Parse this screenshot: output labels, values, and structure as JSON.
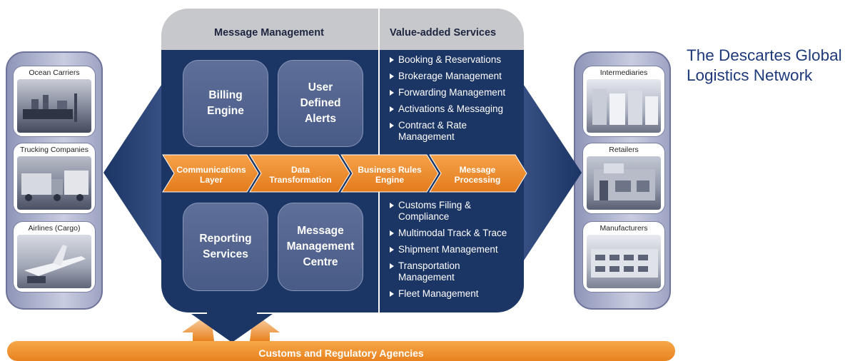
{
  "title": "The Descartes Global Logistics Network",
  "headers": {
    "message_management": "Message Management",
    "value_added": "Value-added  Services"
  },
  "engines": {
    "billing": "Billing Engine",
    "alerts": "User Defined Alerts",
    "reporting": "Reporting Services",
    "centre": "Message Management Centre"
  },
  "services_top": [
    "Booking & Reservations",
    "Brokerage Management",
    "Forwarding Management",
    "Activations & Messaging",
    "Contract & Rate Management"
  ],
  "services_bottom": [
    "Customs Filing & Compliance",
    "Multimodal Track & Trace",
    "Shipment Management",
    "Transportation Management",
    "Fleet Management"
  ],
  "pipeline": [
    "Communications Layer",
    "Data Transformation",
    "Business Rules Engine",
    "Message Processing"
  ],
  "left_partners": [
    "Ocean Carriers",
    "Trucking Companies",
    "Airlines (Cargo)"
  ],
  "right_partners": [
    "Intermediaries",
    "Retailers",
    "Manufacturers"
  ],
  "bottom_bar": "Customs and Regulatory Agencies",
  "colors": {
    "navy": "#1b3565",
    "orange": "#ee8a2b",
    "gray_header": "#c7c8cb",
    "side_panel": "#a7abc8",
    "title_blue": "#1e3a7a"
  }
}
